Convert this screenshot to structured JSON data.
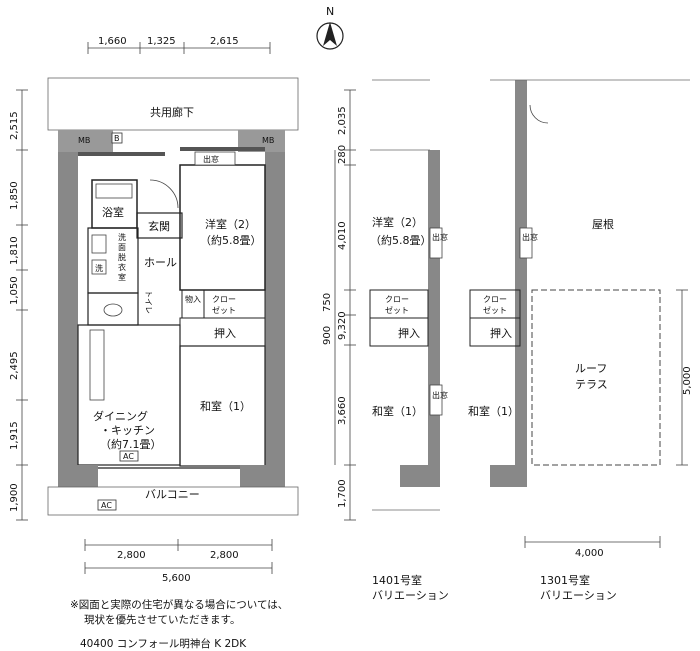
{
  "compass": {
    "label": "N"
  },
  "dims_top": [
    "1,660",
    "1,325",
    "2,615"
  ],
  "dims_left": [
    "2,515",
    "1,850",
    "1,810",
    "1,050",
    "2,495",
    "1,915",
    "1,900"
  ],
  "dims_mid": [
    "2,035",
    "280",
    "4,010",
    "750",
    "900",
    "9,320",
    "3,660",
    "1,700"
  ],
  "dims_bottom": [
    "2,800",
    "2,800",
    "5,600"
  ],
  "dims_variant": {
    "width": "4,000",
    "height": "5,000"
  },
  "main_plan": {
    "corridor": "共用廊下",
    "mb_left": "MB",
    "mb_right": "MB",
    "b_mark": "B",
    "bath": "浴室",
    "entrance": "玄関",
    "hall": "ホール",
    "western_room": "洋室（2）",
    "western_size": "（約5.8畳）",
    "window_top": "出窓",
    "washroom": [
      "洗",
      "面",
      "脱",
      "衣",
      "室"
    ],
    "wash": "洗",
    "toilet": "トイレ",
    "storage": "物入",
    "closet": "クロー\nゼット",
    "closet_l1": "クロー",
    "closet_l2": "ゼット",
    "oshiire": "押入",
    "dk_l1": "ダイニング",
    "dk_l2": "・キッチン",
    "dk_l3": "（約7.1畳）",
    "washitsu": "和室（1）",
    "ac": "AC",
    "balcony": "バルコニー",
    "ac_balcony": "AC"
  },
  "variant_1401": {
    "western_room": "洋室（2）",
    "western_size": "（約5.8畳）",
    "bay": "出窓",
    "closet_l1": "クロー",
    "closet_l2": "ゼット",
    "oshiire": "押入",
    "washitsu": "和室（1）",
    "bay2": "出窓",
    "caption_l1": "1401号室",
    "caption_l2": "バリエーション"
  },
  "variant_1301": {
    "roof": "屋根",
    "bay": "出窓",
    "closet_l1": "クロー",
    "closet_l2": "ゼット",
    "oshiire": "押入",
    "washitsu": "和室（1）",
    "terrace_l1": "ルーフ",
    "terrace_l2": "テラス",
    "caption_l1": "1301号室",
    "caption_l2": "バリエーション"
  },
  "footnote": {
    "line1": "※図面と実際の住宅が異なる場合については、",
    "line2": "現状を優先させていただきます。"
  },
  "listing_id": "40400 コンフォール明神台 K 2DK"
}
